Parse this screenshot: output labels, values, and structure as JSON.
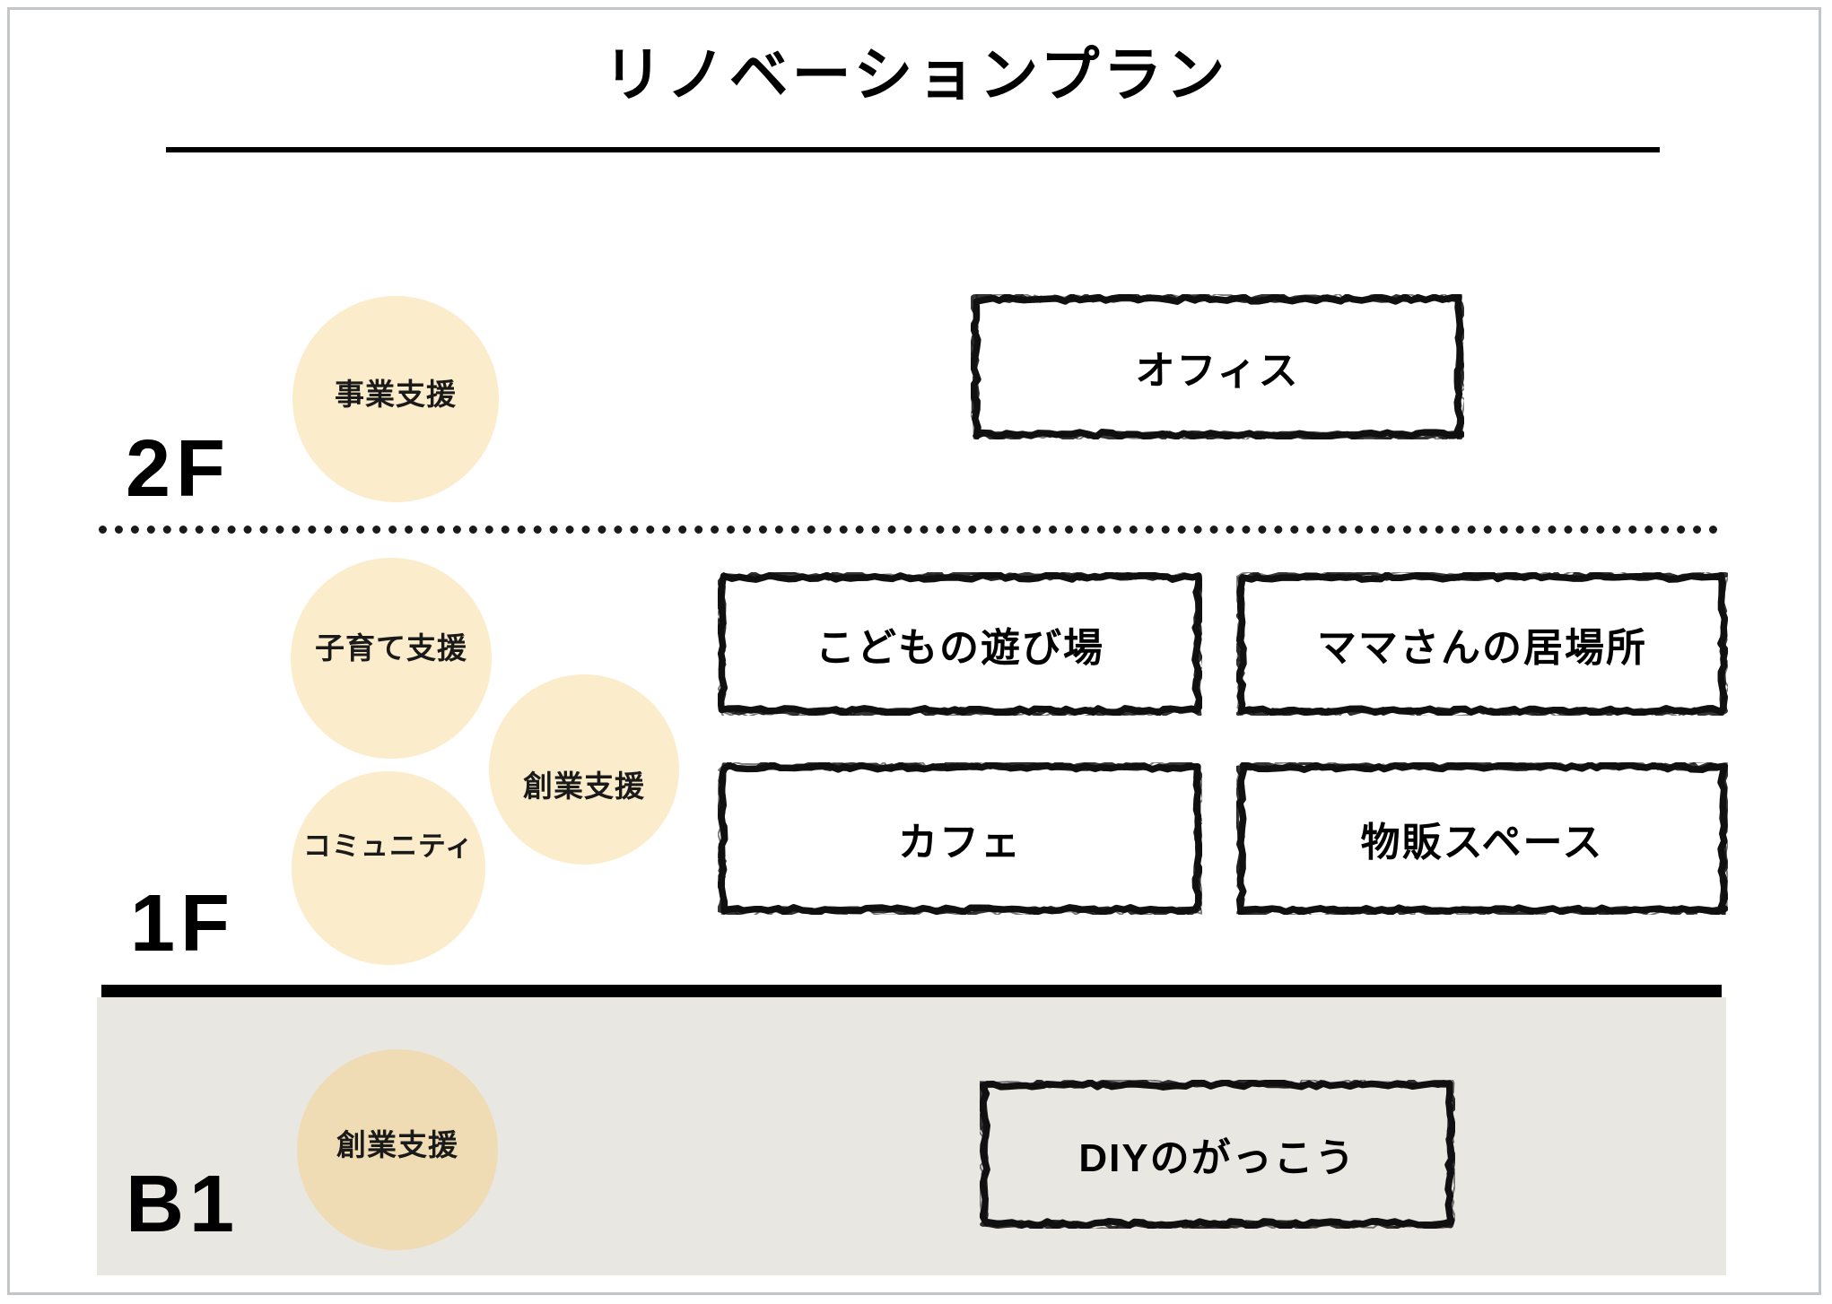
{
  "title": "リノベーションプラン",
  "floors": [
    {
      "id": "2F",
      "label": "2F",
      "bubbles": [
        {
          "id": "jigyo-shien",
          "label": "事業支援",
          "color": "#fbeccb"
        }
      ],
      "rooms": [
        {
          "id": "office",
          "label": "オフィス"
        }
      ]
    },
    {
      "id": "1F",
      "label": "1F",
      "bubbles": [
        {
          "id": "kosodate-shien",
          "label": "子育て支援",
          "color": "#fbeccb"
        },
        {
          "id": "sogyo-shien-1f",
          "label": "創業支援",
          "color": "#fbeccb"
        },
        {
          "id": "community",
          "label": "コミュニティ",
          "color": "#fbeccb"
        }
      ],
      "rooms": [
        {
          "id": "kodomo-asobiba",
          "label": "こどもの遊び場"
        },
        {
          "id": "mama-ibasho",
          "label": "ママさんの居場所"
        },
        {
          "id": "cafe",
          "label": "カフェ"
        },
        {
          "id": "buppan-space",
          "label": "物販スペース"
        }
      ]
    },
    {
      "id": "B1",
      "label": "B1",
      "background": "#e8e7e2",
      "bubbles": [
        {
          "id": "sogyo-shien-b1",
          "label": "創業支援",
          "color": "#efdcb4"
        }
      ],
      "rooms": [
        {
          "id": "diy-gakko",
          "label": "DIYのがっこう"
        }
      ]
    }
  ],
  "dividers": {
    "title_rule": "solid",
    "floor_2f_1f": "dotted",
    "floor_1f_b1": "solid-thick"
  },
  "colors": {
    "bubble_light": "#fbeccb",
    "bubble_dark": "#efdcb4",
    "basement_band": "#e8e7e2",
    "ink": "#000000",
    "page_border": "#c3c6c8"
  }
}
